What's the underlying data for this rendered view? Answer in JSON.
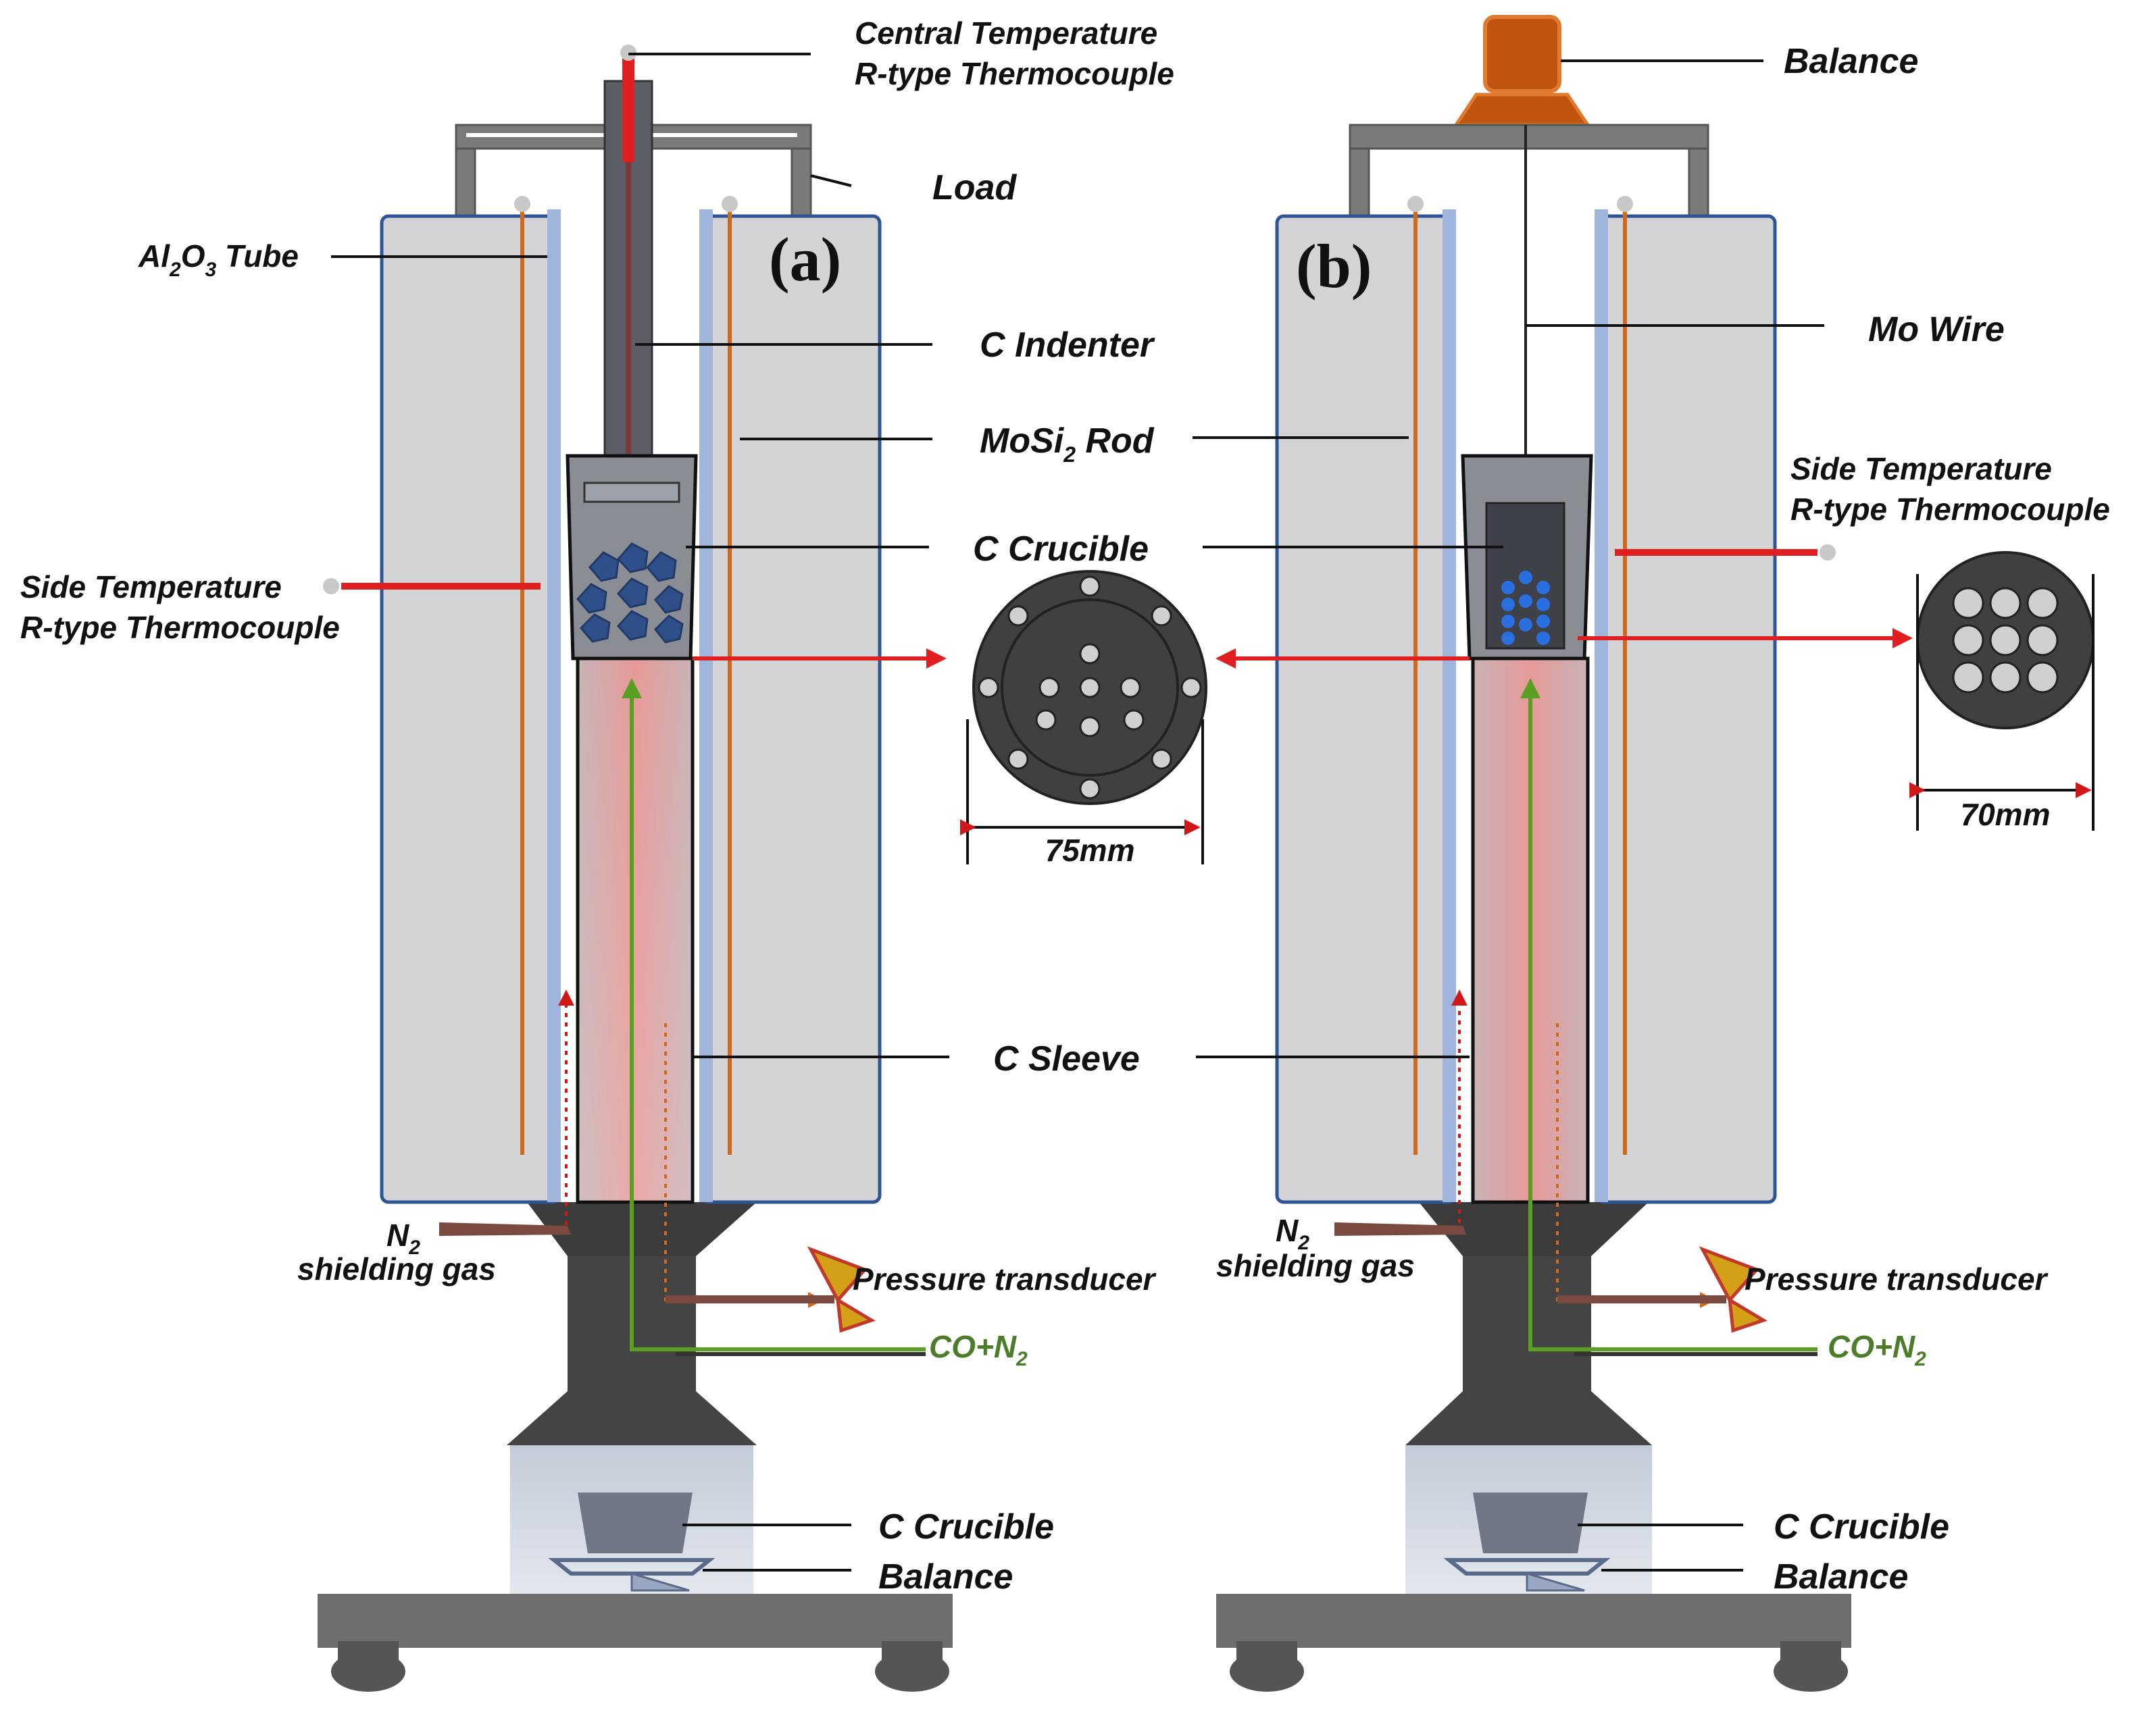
{
  "panels": [
    {
      "letter": "(a)",
      "labels": {
        "central_tc_line1": "Central Temperature",
        "central_tc_line2": "R-type Thermocouple",
        "load": "Load",
        "al2o3_tube": "Al",
        "al2o3_sub1": "2",
        "al2o3_mid": "O",
        "al2o3_sub2": "3",
        "al2o3_tail": " Tube",
        "c_indenter": "C Indenter",
        "mosi2_pre": "MoSi",
        "mosi2_sub": "2",
        "mosi2_tail": " Rod",
        "c_crucible": "C Crucible",
        "side_tc_line1": "Side Temperature",
        "side_tc_line2": "R-type Thermocouple",
        "c_sleeve": "C Sleeve",
        "n2_pre": "N",
        "n2_sub": "2",
        "shielding_gas": "shielding gas",
        "pressure_transducer": "Pressure transducer",
        "co_n2_pre": "CO+N",
        "co_n2_sub": "2",
        "bottom_crucible": "C Crucible",
        "bottom_balance": "Balance",
        "diameter": "75mm"
      }
    },
    {
      "letter": "(b)",
      "labels": {
        "balance_top": "Balance",
        "mo_wire": "Mo Wire",
        "side_tc_line1": "Side Temperature",
        "side_tc_line2": "R-type Thermocouple",
        "n2_pre": "N",
        "n2_sub": "2",
        "shielding_gas": "shielding gas",
        "pressure_transducer": "Pressure transducer",
        "co_n2_pre": "CO+N",
        "co_n2_sub": "2",
        "bottom_crucible": "C Crucible",
        "bottom_balance": "Balance",
        "diameter": "70mm"
      }
    }
  ],
  "colors": {
    "furnace_fill": "#d4d3d6",
    "furnace_border": "#2f5597",
    "al2o3_tube": "#9fb5dc",
    "mosi2_rod": "#d0691e",
    "thermocouple": "#e02020",
    "gas_flow": "#5a9e22",
    "sample_pellet": "#2f4f8a",
    "sample_small": "#2a6fe0",
    "balance_top": "#c0560e"
  },
  "icons": [
    "thermocouple-icon",
    "pressure-valve-icon",
    "balance-icon",
    "crucible-icon"
  ]
}
